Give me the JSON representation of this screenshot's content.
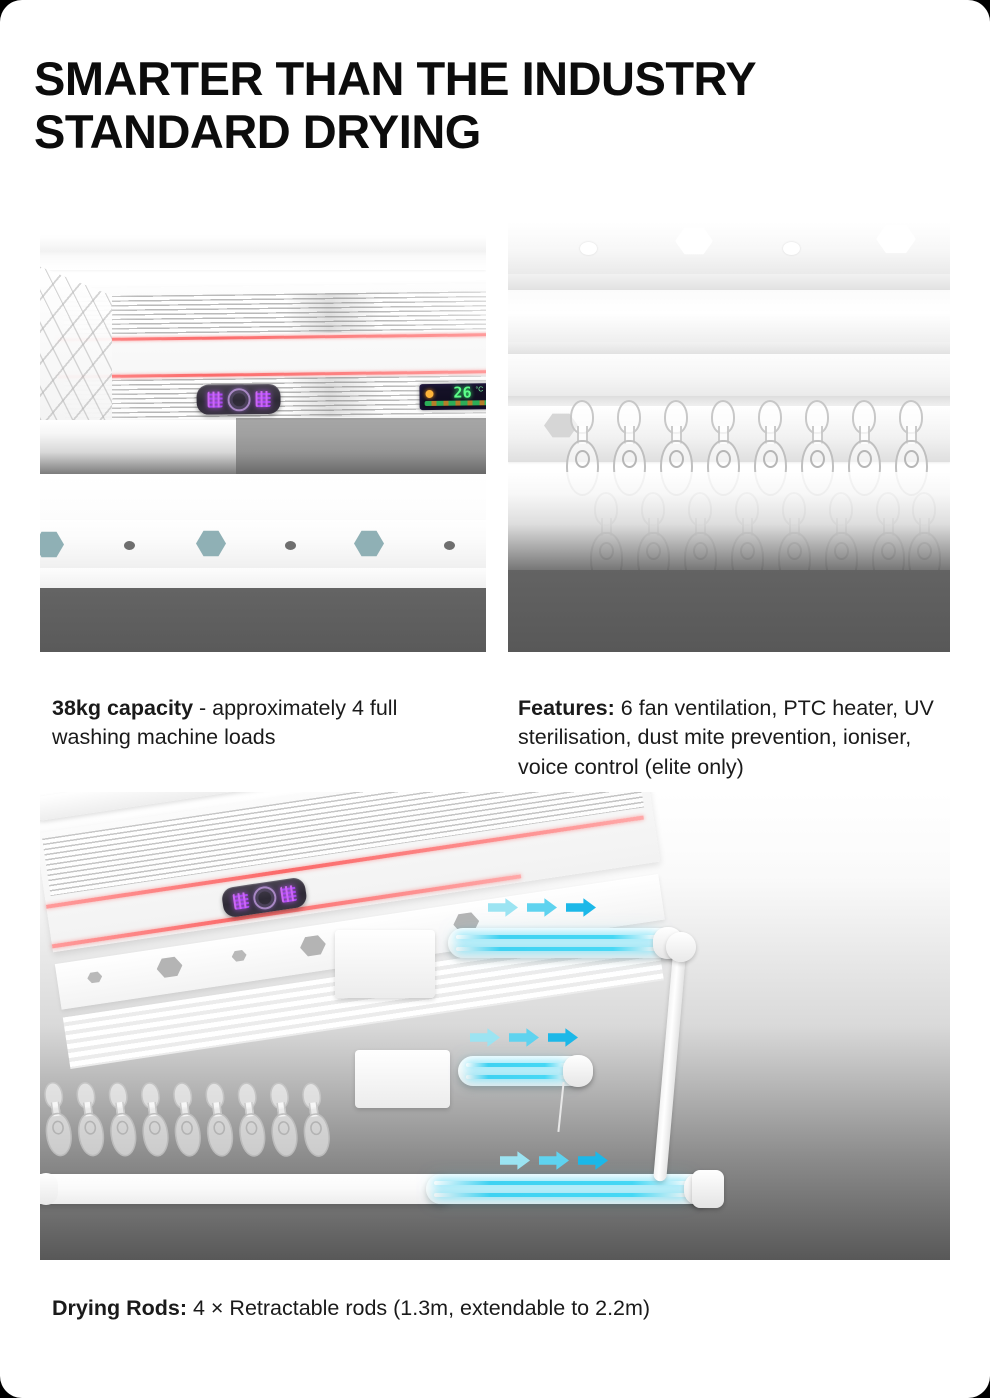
{
  "heading": "SMARTER THAN THE INDUSTRY STANDARD DRYING",
  "panels": {
    "capacity": {
      "name": "capacity-photo",
      "alt": "Ceiling airer unit with louvred vents, ioniser pod and LED temperature display",
      "display": {
        "temperature": "26",
        "unit": "°C"
      }
    },
    "features": {
      "name": "features-photo",
      "alt": "Close up of white plastic hanging clips on aluminium rails"
    },
    "rods": {
      "name": "drying-rods-photo",
      "alt": "Ceiling airer with three retractable UV drying rods extending outward"
    }
  },
  "captions": {
    "capacity": {
      "label": "38kg capacity",
      "text": " - approximately 4 full washing machine loads"
    },
    "features": {
      "label": "Features:",
      "text": " 6 fan ventilation, PTC heater, UV sterilisation, dust mite prevention, ioniser, voice control (elite only)"
    },
    "rods": {
      "label": "Drying Rods:",
      "text": " 4 × Retractable rods (1.3m, extendable to 2.2m)"
    }
  },
  "colors": {
    "accent_red": "#fb6b6b",
    "accent_cyan": "#1cb8e8",
    "uv_glow": "#4fd9f7",
    "hex_glow": "#57eef0",
    "text": "#1a1a1a",
    "background": "#ffffff"
  }
}
